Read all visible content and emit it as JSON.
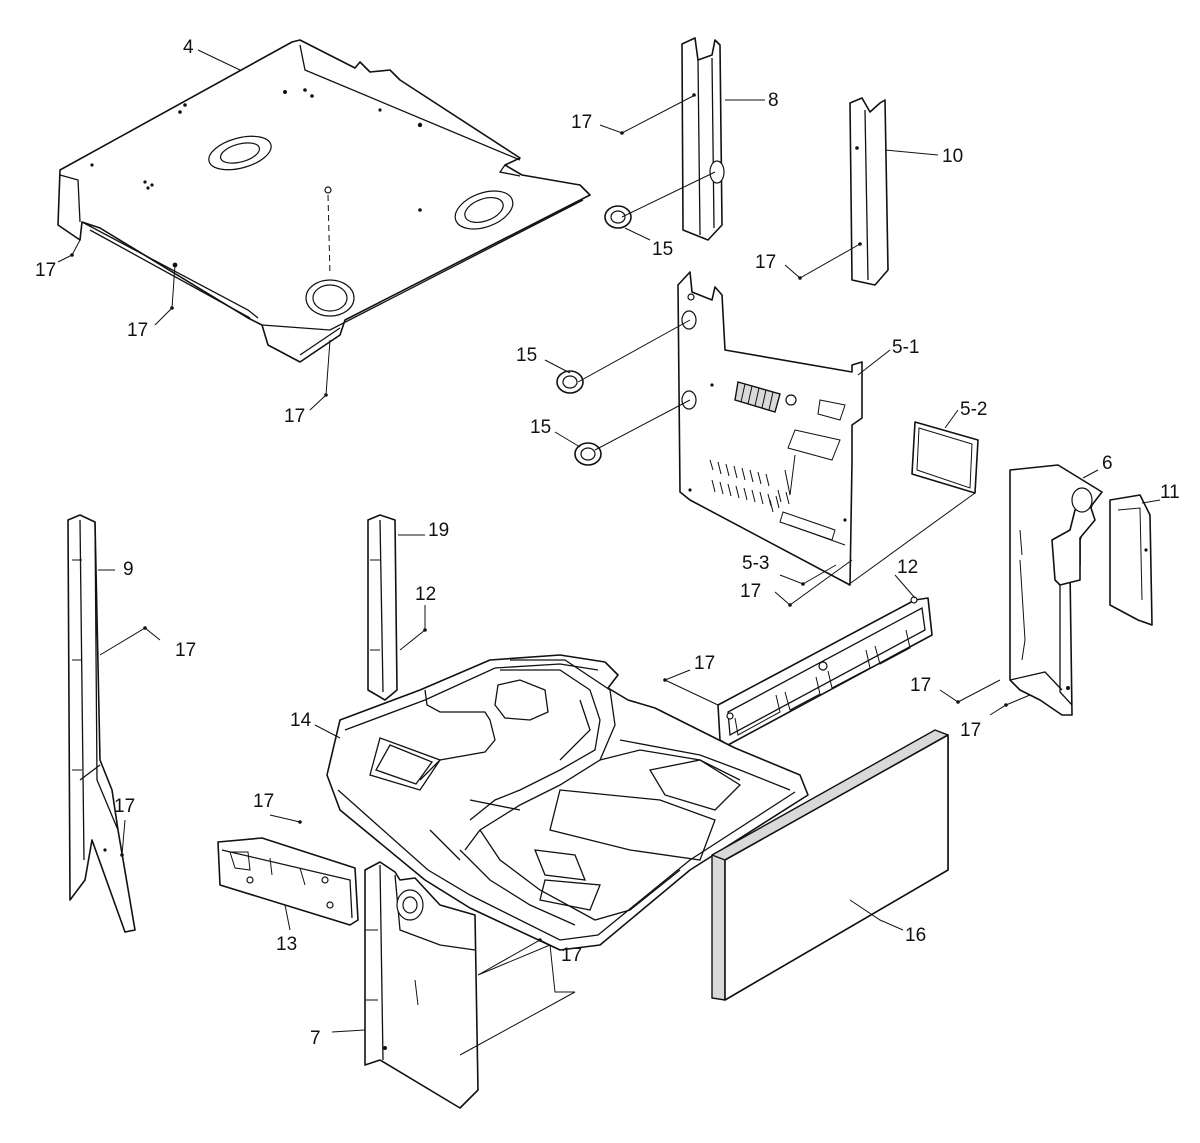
{
  "diagram": {
    "callouts": [
      {
        "id": "c-4",
        "label": "4"
      },
      {
        "id": "c-8",
        "label": "8"
      },
      {
        "id": "c-10",
        "label": "10"
      },
      {
        "id": "c-15a",
        "label": "15"
      },
      {
        "id": "c-15b",
        "label": "15"
      },
      {
        "id": "c-15c",
        "label": "15"
      },
      {
        "id": "c-5-1",
        "label": "5-1"
      },
      {
        "id": "c-5-2",
        "label": "5-2"
      },
      {
        "id": "c-5-3",
        "label": "5-3"
      },
      {
        "id": "c-6",
        "label": "6"
      },
      {
        "id": "c-11",
        "label": "11"
      },
      {
        "id": "c-9",
        "label": "9"
      },
      {
        "id": "c-19",
        "label": "19"
      },
      {
        "id": "c-12a",
        "label": "12"
      },
      {
        "id": "c-12b",
        "label": "12"
      },
      {
        "id": "c-14",
        "label": "14"
      },
      {
        "id": "c-13",
        "label": "13"
      },
      {
        "id": "c-7",
        "label": "7"
      },
      {
        "id": "c-16",
        "label": "16"
      },
      {
        "id": "c-17a",
        "label": "17"
      },
      {
        "id": "c-17b",
        "label": "17"
      },
      {
        "id": "c-17c",
        "label": "17"
      },
      {
        "id": "c-17d",
        "label": "17"
      },
      {
        "id": "c-17e",
        "label": "17"
      },
      {
        "id": "c-17f",
        "label": "17"
      },
      {
        "id": "c-17g",
        "label": "17"
      },
      {
        "id": "c-17h",
        "label": "17"
      },
      {
        "id": "c-17i",
        "label": "17"
      },
      {
        "id": "c-17j",
        "label": "17"
      },
      {
        "id": "c-17k",
        "label": "17"
      },
      {
        "id": "c-17l",
        "label": "17"
      },
      {
        "id": "c-17m",
        "label": "17"
      }
    ]
  }
}
